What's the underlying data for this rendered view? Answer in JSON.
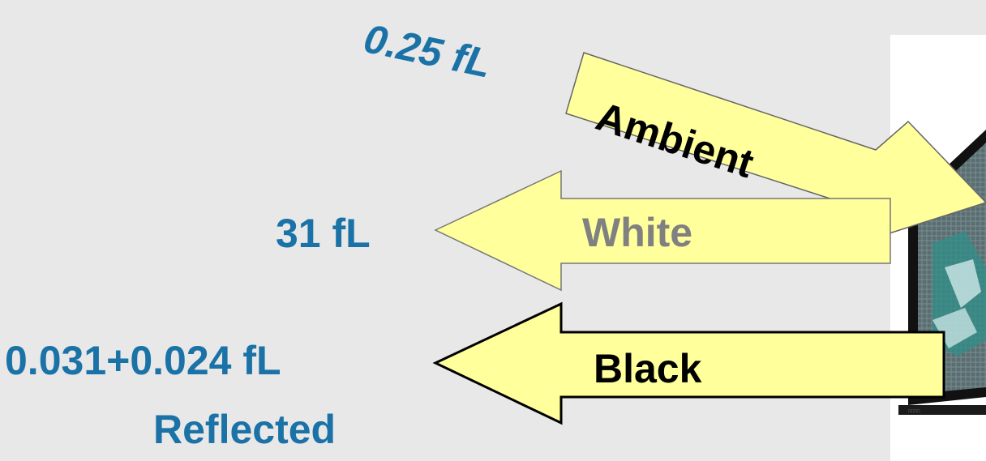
{
  "colors": {
    "background": "#e8e8e8",
    "value_text": "#1a72a6",
    "arrow_fill": "#ffff9c",
    "white_label": "#808080",
    "black_label": "#000000"
  },
  "ambient": {
    "value": "0.25 fL",
    "label": "Ambient"
  },
  "white": {
    "value": "31 fL",
    "label": "White"
  },
  "black": {
    "value": "0.031+0.024 fL",
    "label": "Black",
    "caption": "Reflected"
  },
  "icons": {
    "monitor": "monitor-icon"
  }
}
